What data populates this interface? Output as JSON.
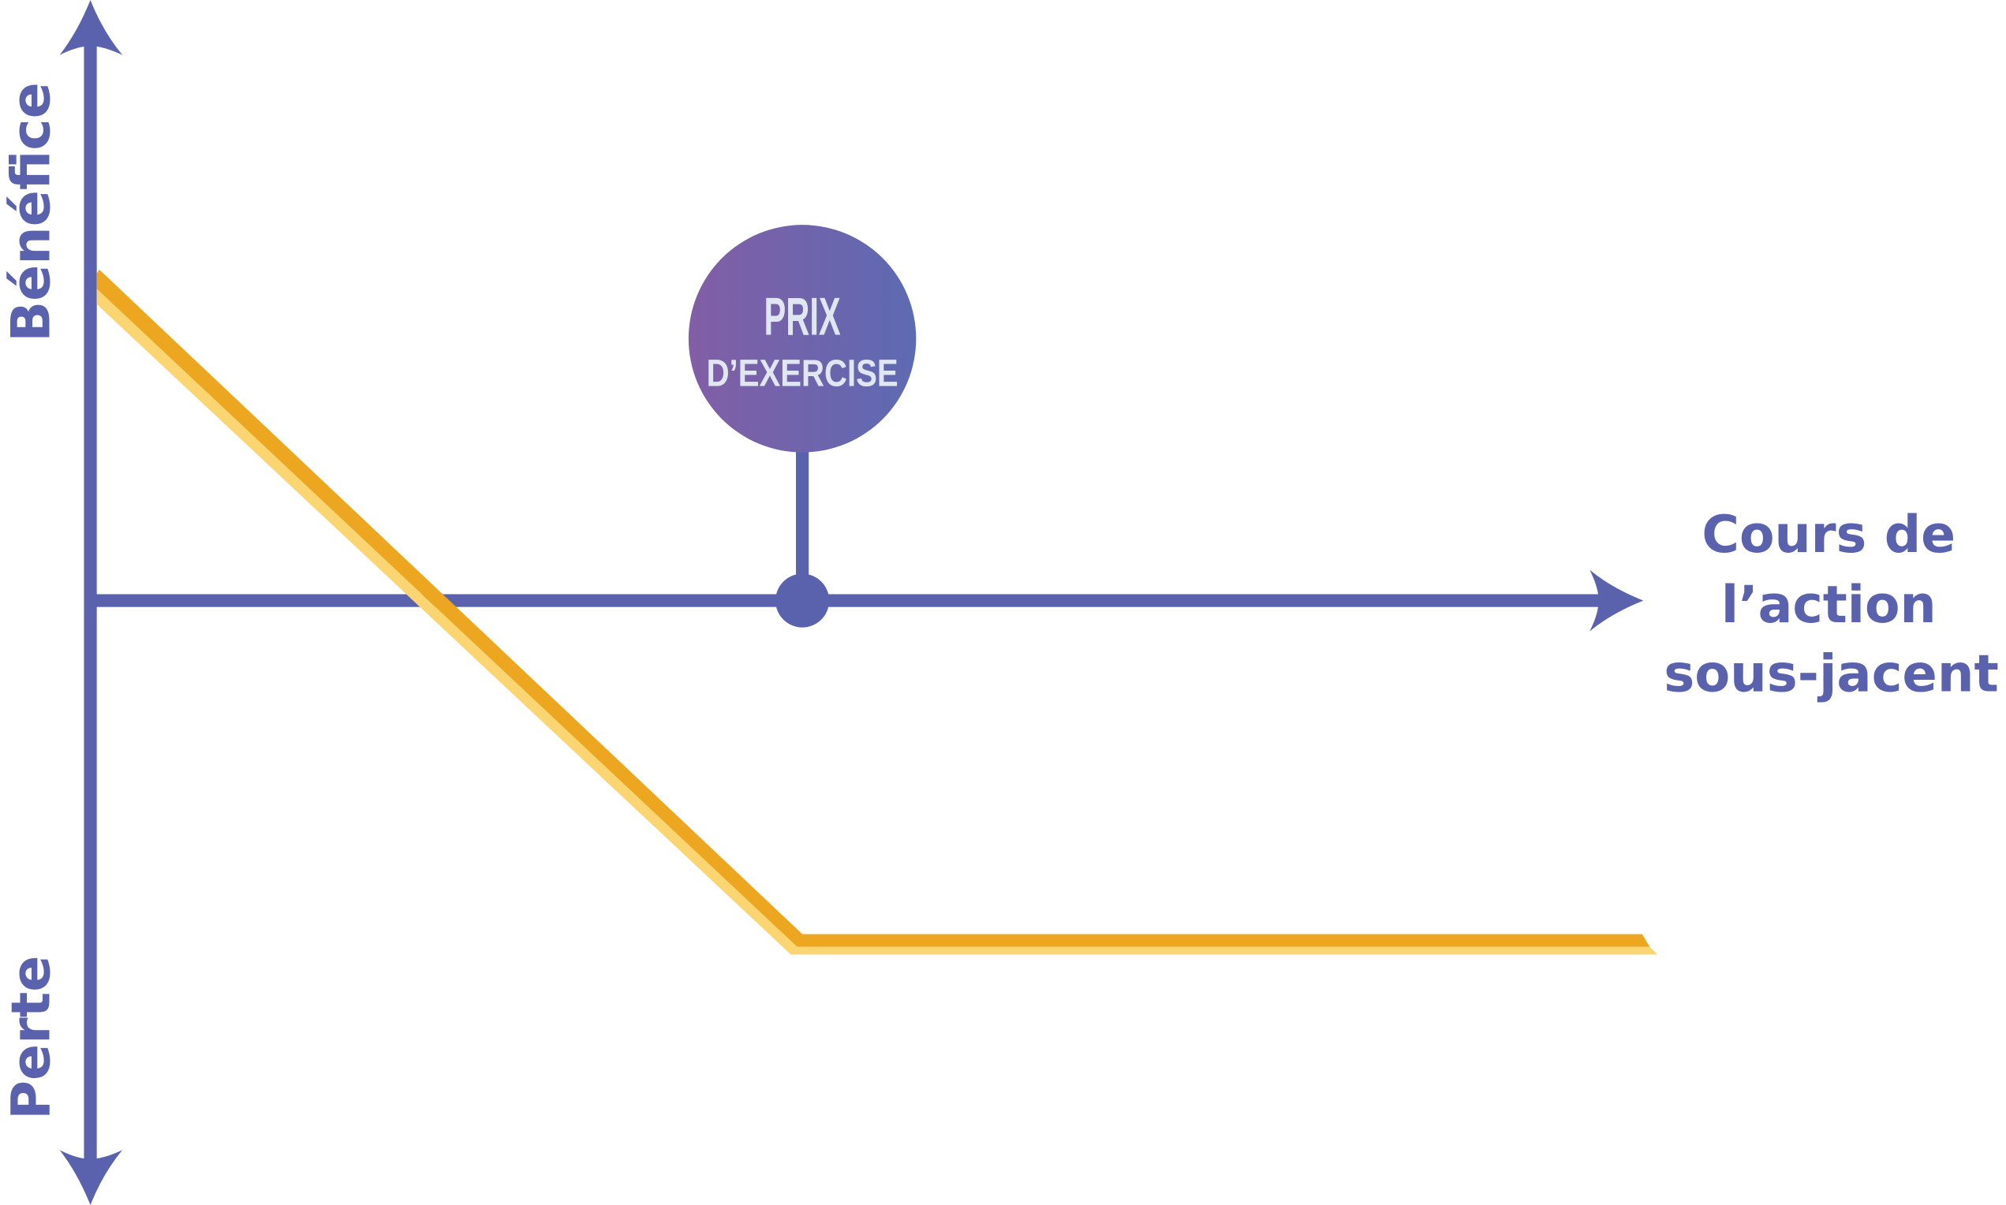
{
  "diagram": {
    "y_axis": {
      "top_label": "Bénéfice",
      "bottom_label": "Perte"
    },
    "x_axis": {
      "label_lines": [
        "Cours de",
        "l’action",
        "sous-jacent"
      ]
    },
    "strike_marker": {
      "line1": "PRIX",
      "line2": "D’EXERCISE"
    },
    "colors": {
      "axis": "#5a62ae",
      "payoff_line": "#eda620",
      "payoff_shadow": "#fbd572",
      "marker_gradient_start": "#825ea6",
      "marker_gradient_end": "#5d6ab2",
      "marker_text": "#e1e6f3"
    }
  }
}
